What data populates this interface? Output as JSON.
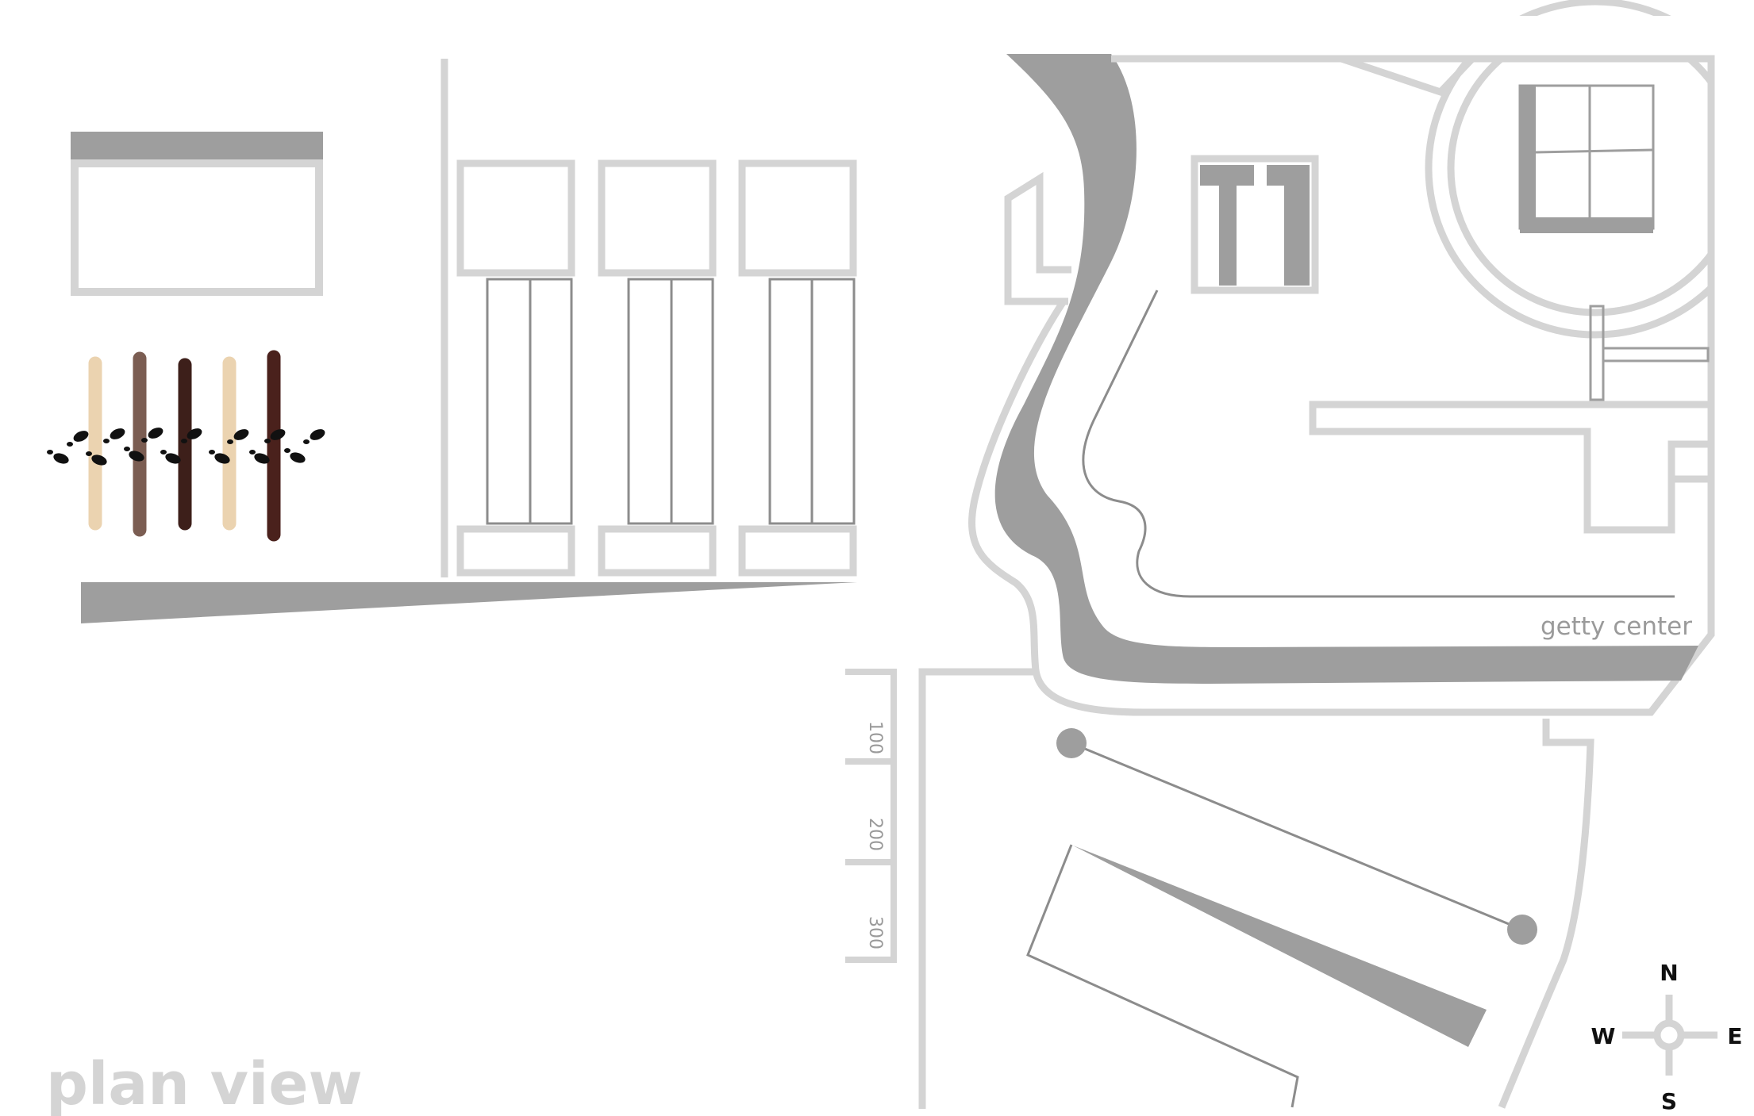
{
  "title": "plan view",
  "site_label": "getty center",
  "scale_marks": [
    "100",
    "200",
    "300"
  ],
  "compass": {
    "north": "N",
    "south": "S",
    "east": "E",
    "west": "W"
  },
  "colors": {
    "light_gray": "#d4d4d4",
    "mid_gray": "#9e9e9e",
    "line_gray": "#8c8c8c",
    "label_gray": "#b8b8b8",
    "text_gray": "#9a9a9a",
    "compass_text": "#111111",
    "footprints": "#111111",
    "posts": [
      "#ebd3b0",
      "#7b5d52",
      "#3d1f1a",
      "#ebd3b0",
      "#4a211c"
    ]
  }
}
